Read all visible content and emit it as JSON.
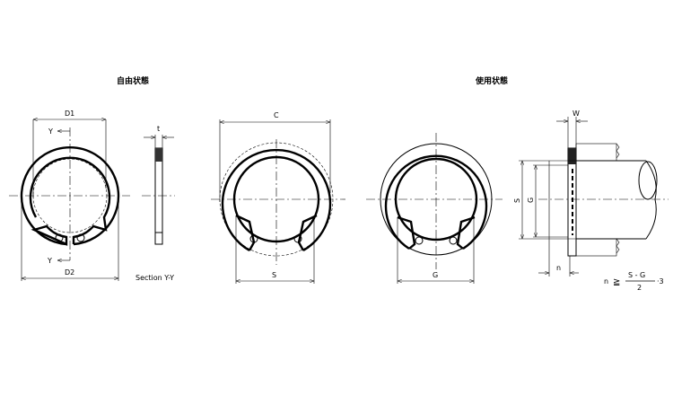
{
  "titles": {
    "free_state": "自由状態",
    "installed_state": "使用状態"
  },
  "labels": {
    "d1": "D1",
    "d2": "D2",
    "y_top": "Y",
    "y_bottom": "Y",
    "t": "t",
    "section": "Section Y-Y",
    "c": "C",
    "s": "S",
    "g": "G",
    "w": "W",
    "side_s": "S",
    "side_g": "G",
    "n": "n"
  },
  "formula": {
    "lhs": "n",
    "op": "≧",
    "numerator": "S - G",
    "denominator": "2",
    "factor": "·3"
  }
}
